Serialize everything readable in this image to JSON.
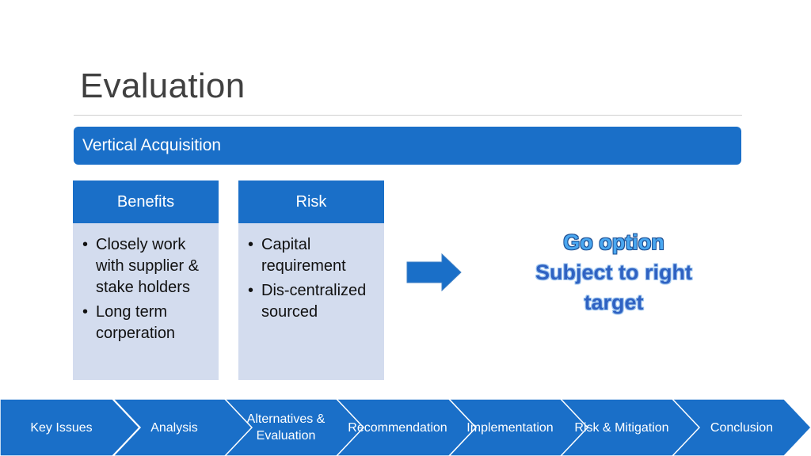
{
  "slide": {
    "title": "Evaluation",
    "banner": "Vertical Acquisition",
    "benefits": {
      "header": "Benefits",
      "items": [
        "Closely work with supplier & stake holders",
        "Long term corperation"
      ]
    },
    "risk": {
      "header": "Risk",
      "items": [
        "Capital requirement",
        "Dis-centralized sourced"
      ]
    },
    "outcome": {
      "line1": "Go option",
      "line2": "Subject to right",
      "line3": "target"
    }
  },
  "process": {
    "steps": [
      "Key Issues",
      "Analysis",
      "Alternatives & Evaluation",
      "Recommendation",
      "Implementation",
      "Risk & Mitigation",
      "Conclusion"
    ]
  },
  "colors": {
    "accent": "#1a6fc8",
    "card_body": "#d3dcee",
    "arrow": "#1a6fc8",
    "chevron_border": "#ffffff"
  },
  "icons": {
    "arrow": "right-arrow-icon"
  }
}
